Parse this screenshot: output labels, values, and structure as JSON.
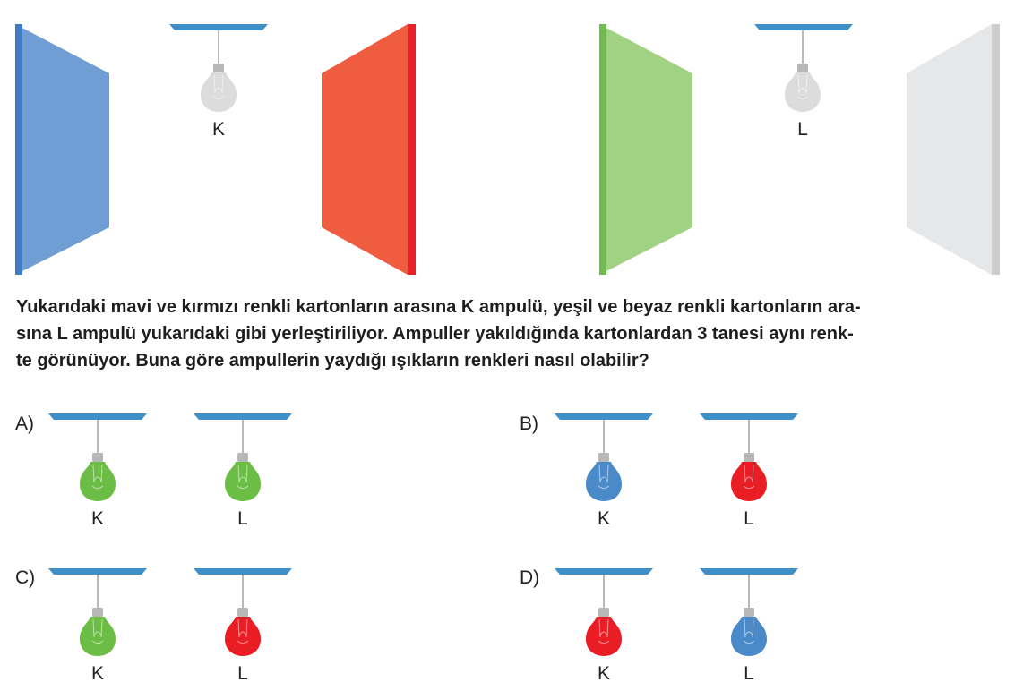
{
  "colors": {
    "blue_card": "#709dd3",
    "blue_card_edge": "#3f7cc3",
    "red_card": "#f05c40",
    "red_card_edge": "#e8212b",
    "green_card": "#a1d183",
    "green_card_edge": "#72bb53",
    "white_card": "#e6e7e8",
    "white_card_edge": "#cbcccd",
    "ceiling": "#3f8fc8",
    "bulb_off": "#dcdcdc",
    "bulb_green": "#6cbd45",
    "bulb_blue": "#4a8ac9",
    "bulb_red": "#ea1c24"
  },
  "top_scene": {
    "bulb_k_label": "K",
    "bulb_l_label": "L"
  },
  "question": {
    "line1": "Yukarıdaki mavi ve kırmızı renkli kartonların arasına K ampulü, yeşil ve beyaz renkli kartonların ara-",
    "line2": "sına L ampulü yukarıdaki gibi yerleştiriliyor. Ampuller yakıldığında kartonlardan 3 tanesi aynı renk-",
    "line3": "te görünüyor. Buna göre ampullerin yaydığı ışıkların renkleri nasıl olabilir?"
  },
  "options": [
    {
      "letter": "A)",
      "k_label": "K",
      "l_label": "L",
      "k_color": "green",
      "l_color": "green"
    },
    {
      "letter": "B)",
      "k_label": "K",
      "l_label": "L",
      "k_color": "blue",
      "l_color": "red"
    },
    {
      "letter": "C)",
      "k_label": "K",
      "l_label": "L",
      "k_color": "green",
      "l_color": "red"
    },
    {
      "letter": "D)",
      "k_label": "K",
      "l_label": "L",
      "k_color": "red",
      "l_color": "blue"
    }
  ]
}
